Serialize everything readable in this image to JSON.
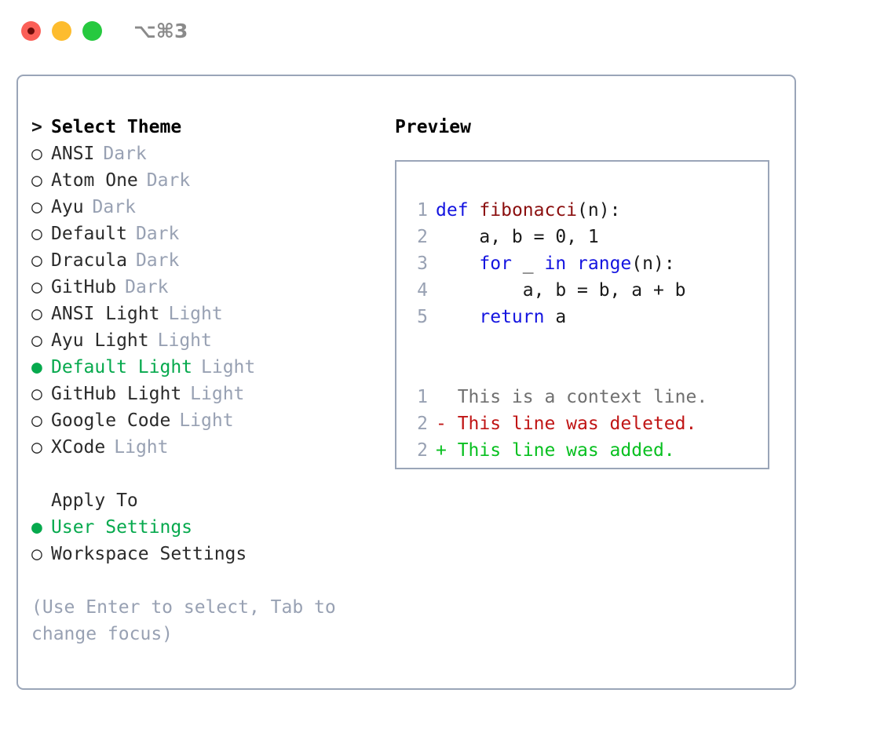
{
  "titlebar": {
    "shortcut": "⌥⌘3",
    "buttons": [
      {
        "name": "close",
        "color": "#fb5f57"
      },
      {
        "name": "minimize",
        "color": "#fdbc2e"
      },
      {
        "name": "maximize",
        "color": "#26c93f"
      }
    ]
  },
  "colors": {
    "selected_green": "#06a94d",
    "muted": "#98a1b3",
    "text": "#2b2b2b",
    "border": "#9aa5b8",
    "keyword_blue": "#1414e0",
    "function_red": "#8b0f0f",
    "diff_delete": "#c01515",
    "diff_add": "#08c020"
  },
  "theme_picker": {
    "header_prefix": ">",
    "header": "Select Theme",
    "bullet_selected": "●",
    "bullet_unselected": "○",
    "items": [
      {
        "name": "ANSI",
        "tag": "Dark",
        "selected": false
      },
      {
        "name": "Atom One",
        "tag": "Dark",
        "selected": false
      },
      {
        "name": "Ayu",
        "tag": "Dark",
        "selected": false
      },
      {
        "name": "Default",
        "tag": "Dark",
        "selected": false
      },
      {
        "name": "Dracula",
        "tag": "Dark",
        "selected": false
      },
      {
        "name": "GitHub",
        "tag": "Dark",
        "selected": false
      },
      {
        "name": "ANSI Light",
        "tag": "Light",
        "selected": false
      },
      {
        "name": "Ayu Light",
        "tag": "Light",
        "selected": false
      },
      {
        "name": "Default Light",
        "tag": "Light",
        "selected": true
      },
      {
        "name": "GitHub Light",
        "tag": "Light",
        "selected": false
      },
      {
        "name": "Google Code",
        "tag": "Light",
        "selected": false
      },
      {
        "name": "XCode",
        "tag": "Light",
        "selected": false
      }
    ]
  },
  "apply_to": {
    "header": "Apply To",
    "options": [
      {
        "name": "User Settings",
        "selected": true
      },
      {
        "name": "Workspace Settings",
        "selected": false
      }
    ]
  },
  "hint": "(Use Enter to select, Tab to change focus)",
  "preview": {
    "title": "Preview",
    "code_lines": [
      {
        "num": "1",
        "tokens": [
          {
            "t": "def",
            "c": "kw"
          },
          {
            "t": " ",
            "c": "plain"
          },
          {
            "t": "fibonacci",
            "c": "fn"
          },
          {
            "t": "(n):",
            "c": "plain"
          }
        ]
      },
      {
        "num": "2",
        "tokens": [
          {
            "t": "    a, b = 0, 1",
            "c": "plain"
          }
        ]
      },
      {
        "num": "3",
        "tokens": [
          {
            "t": "    ",
            "c": "plain"
          },
          {
            "t": "for",
            "c": "kw"
          },
          {
            "t": " _ ",
            "c": "plain"
          },
          {
            "t": "in",
            "c": "kw"
          },
          {
            "t": " ",
            "c": "plain"
          },
          {
            "t": "range",
            "c": "kw"
          },
          {
            "t": "(n):",
            "c": "plain"
          }
        ]
      },
      {
        "num": "4",
        "tokens": [
          {
            "t": "        a, b = b, a + b",
            "c": "plain"
          }
        ]
      },
      {
        "num": "5",
        "tokens": [
          {
            "t": "    ",
            "c": "plain"
          },
          {
            "t": "return",
            "c": "kw"
          },
          {
            "t": " a",
            "c": "plain"
          }
        ]
      }
    ],
    "diff_lines": [
      {
        "num": "1",
        "text": "  This is a context line.",
        "kind": "ctx"
      },
      {
        "num": "2",
        "text": "- This line was deleted.",
        "kind": "del"
      },
      {
        "num": "2",
        "text": "+ This line was added.",
        "kind": "add"
      }
    ]
  }
}
